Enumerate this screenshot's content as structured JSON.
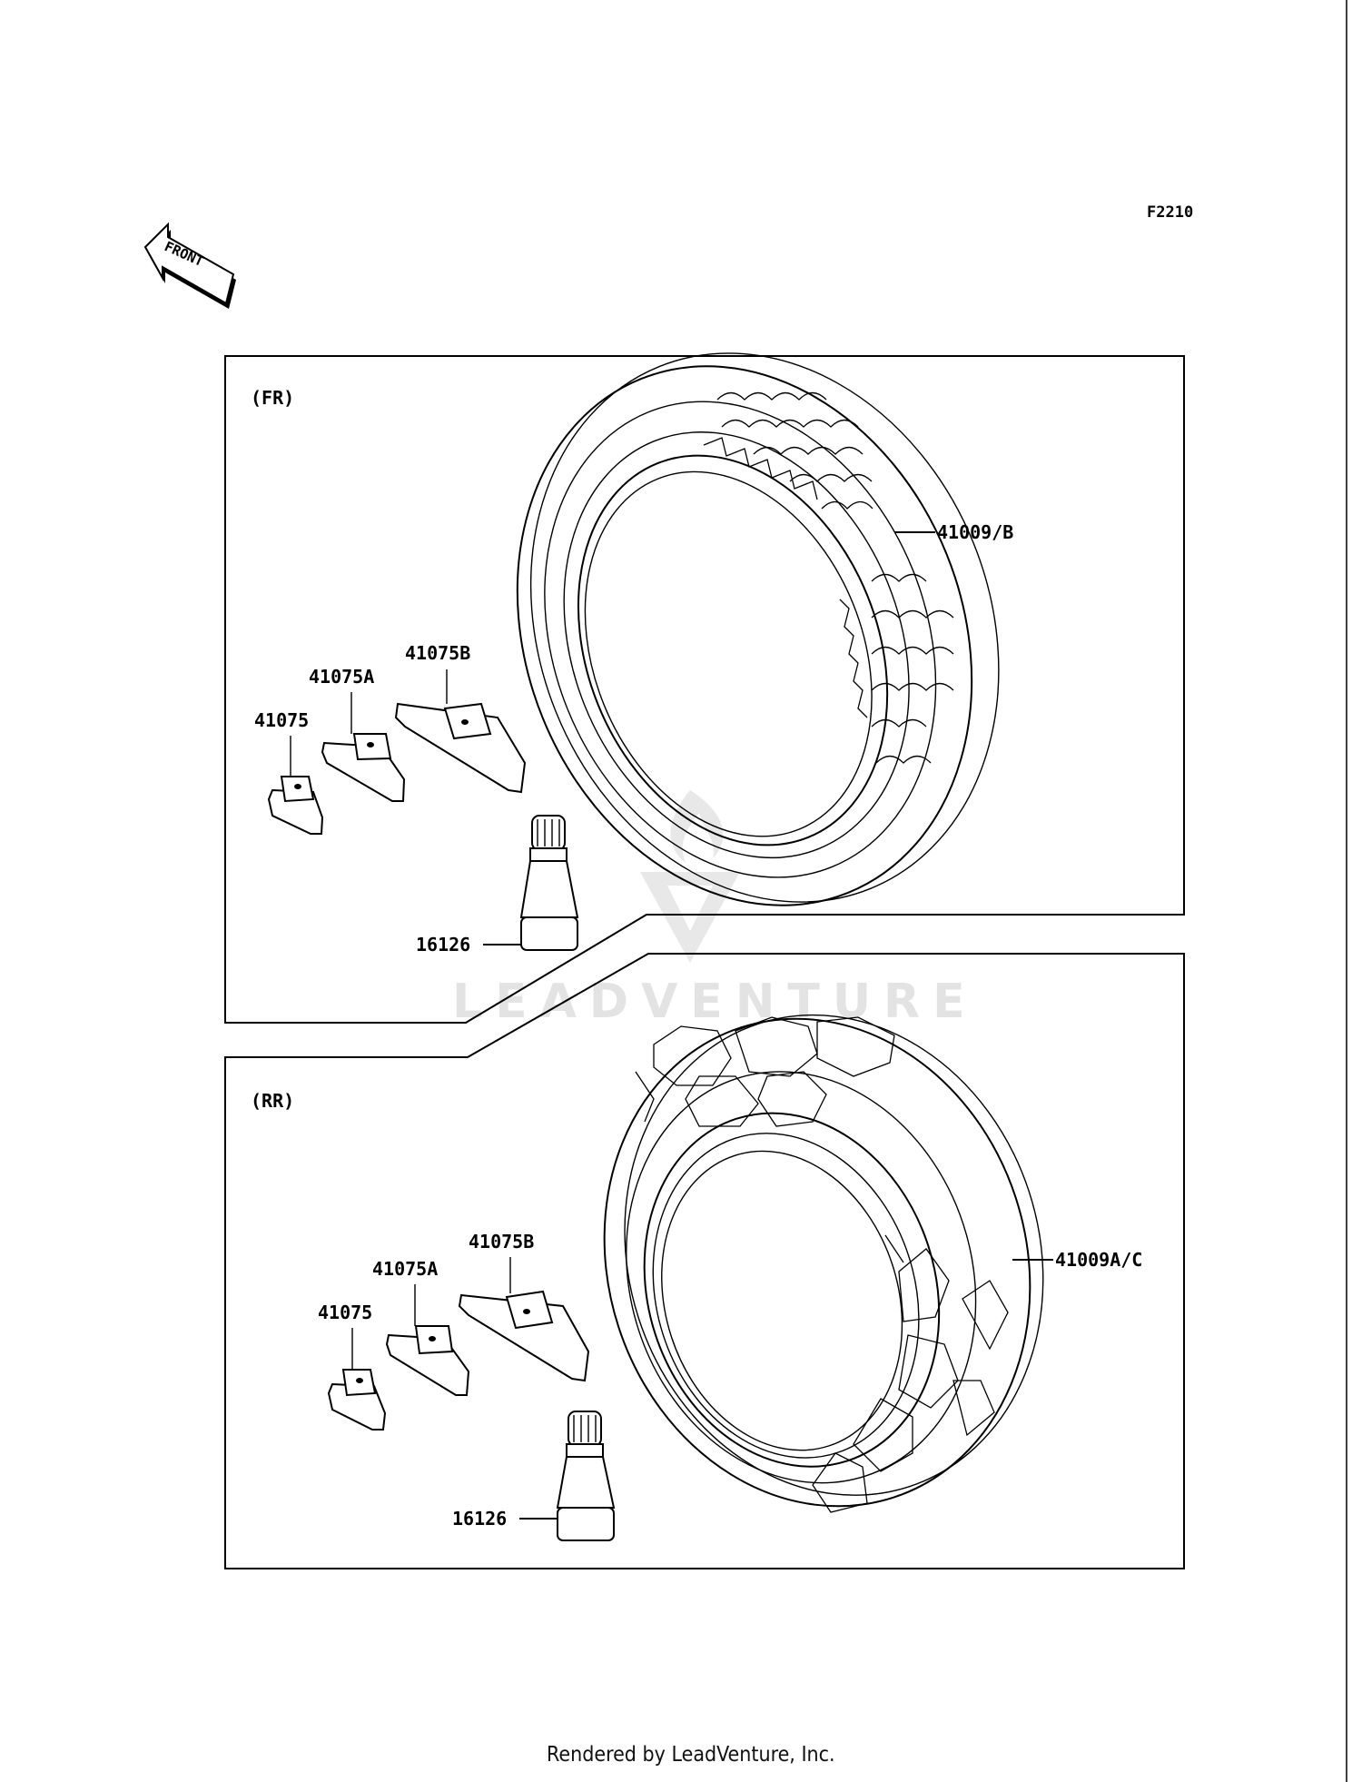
{
  "diagram_code": "F2210",
  "front_arrow_label": "FRONT",
  "sections": {
    "front": {
      "label": "(FR)",
      "tire_part": "41009/B",
      "weight_large": "41075B",
      "weight_medium": "41075A",
      "weight_small": "41075",
      "valve": "16126"
    },
    "rear": {
      "label": "(RR)",
      "tire_part": "41009A/C",
      "weight_large": "41075B",
      "weight_medium": "41075A",
      "weight_small": "41075",
      "valve": "16126"
    }
  },
  "watermark": "LEADVENTURE",
  "footer": "Rendered by LeadVenture, Inc."
}
